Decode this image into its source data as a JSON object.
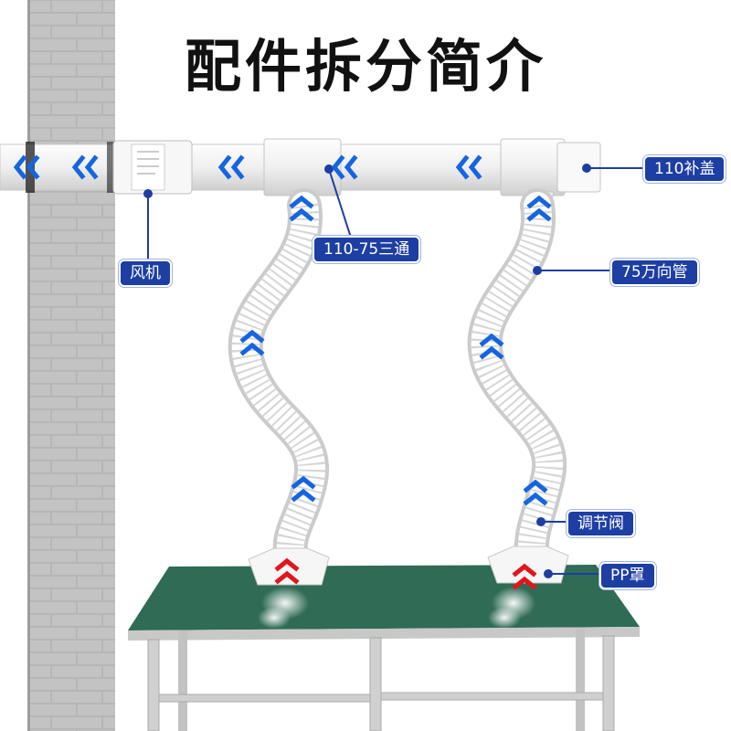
{
  "title": "配件拆分简介",
  "labels": {
    "cap": "110补盖",
    "tee": "110-75三通",
    "fan": "风机",
    "hose": "75万向管",
    "valve": "调节阀",
    "hood": "PP罩"
  },
  "colors": {
    "label_bg": "#1d3ea3",
    "flow_arrow": "#1565e0",
    "intake_arrow": "#e0161b",
    "bench_top": "#2f6b55",
    "pipe": "#f3f3f3",
    "wall": "#b9b9b9"
  },
  "icons": [
    "flow-arrow-icon",
    "intake-arrow-icon"
  ]
}
